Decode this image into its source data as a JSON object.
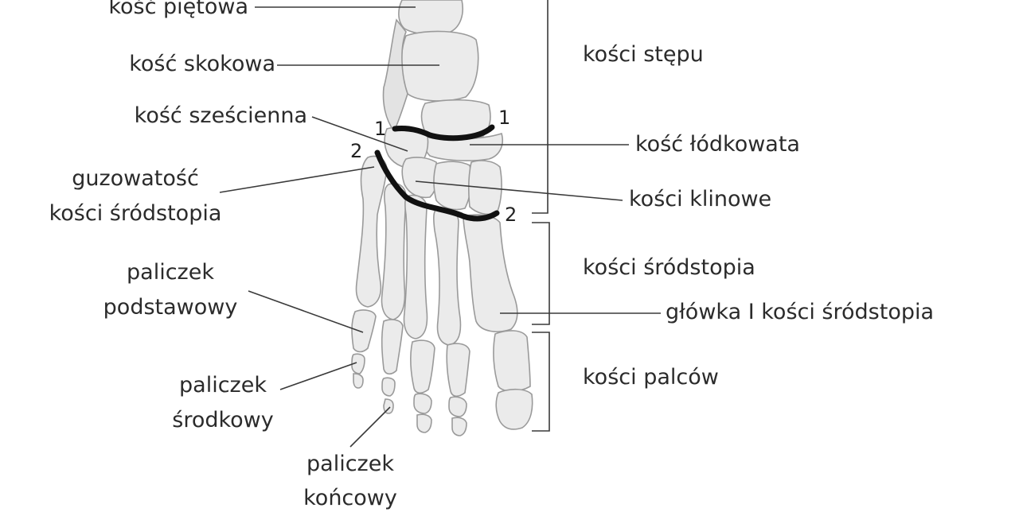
{
  "labels": {
    "calcaneus": "kość piętowa",
    "talus": "kość skokowa",
    "cuboid": "kość sześcienna",
    "metatarsal_tuberosity_line1": "guzowatość",
    "metatarsal_tuberosity_line2": "kości śródstopia",
    "proximal_phalanx_line1": "paliczek",
    "proximal_phalanx_line2": "podstawowy",
    "middle_phalanx_line1": "paliczek",
    "middle_phalanx_line2": "środkowy",
    "distal_phalanx_line1": "paliczek",
    "distal_phalanx_line2": "końcowy",
    "tarsal_bones": "kości stępu",
    "navicular": "kość łódkowata",
    "cuneiform_bones": "kości klinowe",
    "metatarsal_bones": "kości śródstopia",
    "first_metatarsal_head": "główka I kości śródstopia",
    "toe_bones": "kości palców"
  },
  "joint_lines": {
    "line1_left": "1",
    "line1_right": "1",
    "line2_left": "2",
    "line2_right": "2"
  }
}
